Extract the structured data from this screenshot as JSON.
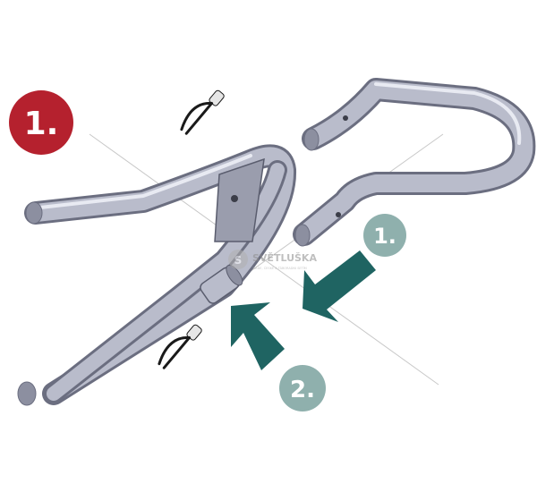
{
  "step_badge": {
    "label": "1.",
    "color": "#b5212e"
  },
  "arrow_1": {
    "label": "1.",
    "arrow_color": "#1f6462",
    "badge_color": "#8fb0ad"
  },
  "arrow_2": {
    "label": "2.",
    "arrow_color": "#1f6462",
    "badge_color": "#8fb0ad"
  },
  "watermark": {
    "brand": "SVĚTLUŠKA",
    "tagline": "TIÁDE, ČESKÉ A TÁBORADNI SETÍM"
  },
  "tube_color": "#b9bccb",
  "tube_outline": "#6b6e80",
  "pin_color": "#1a1a1a",
  "pin_head_color": "#e6e6e6"
}
